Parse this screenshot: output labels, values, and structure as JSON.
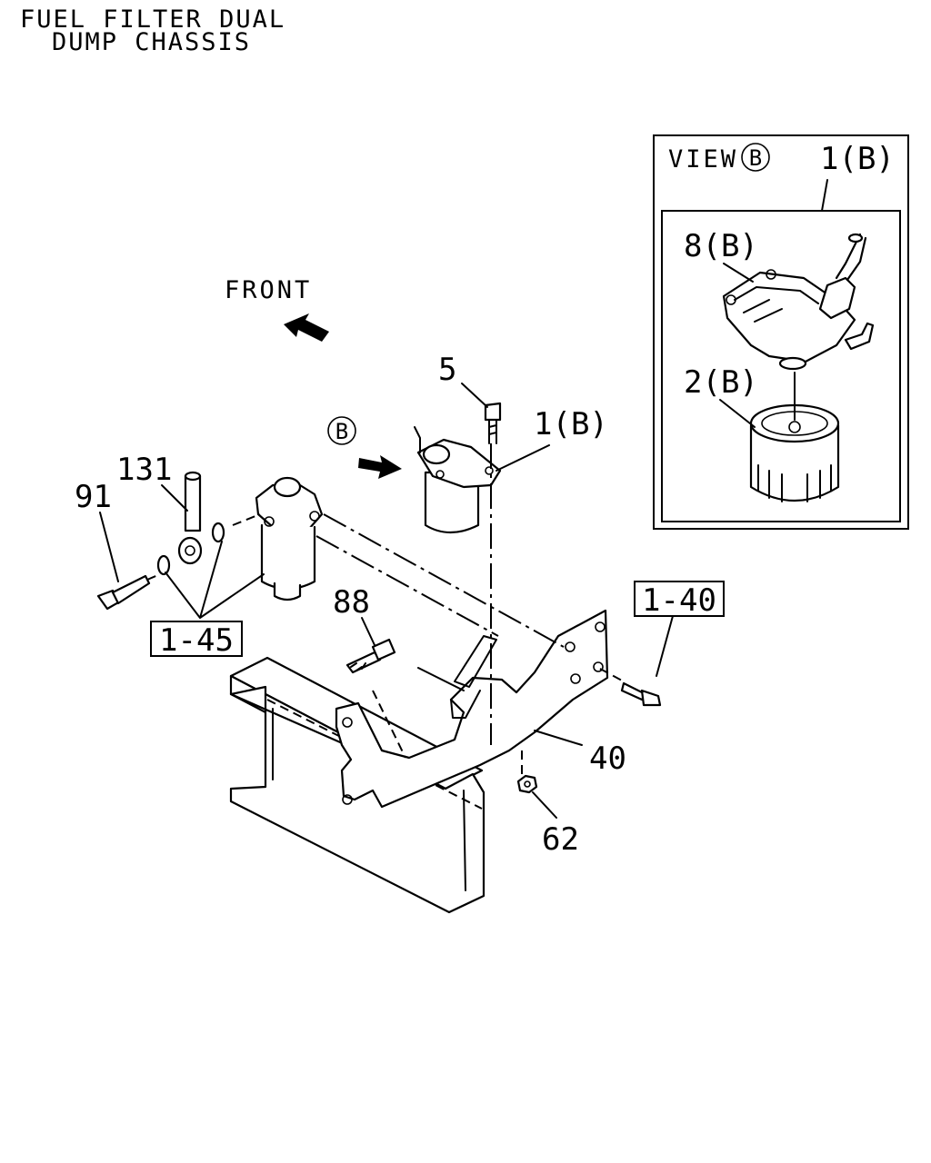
{
  "title": {
    "line1": "FUEL FILTER DUAL",
    "line2": "DUMP CHASSIS"
  },
  "front_label": "FRONT",
  "view_marker": "B",
  "inset": {
    "view_label": "VIEW",
    "view_marker": "B",
    "assembly_ref": "1(B)",
    "head_ref": "8(B)",
    "element_ref": "2(B)"
  },
  "callouts": {
    "p5": "5",
    "p1b": "1(B)",
    "p131": "131",
    "p91": "91",
    "p88": "88",
    "p40": "40",
    "p62": "62"
  },
  "references": {
    "r145": "1-45",
    "r140": "1-40"
  },
  "icons": [
    "front-arrow-icon",
    "view-direction-arrow-icon"
  ]
}
